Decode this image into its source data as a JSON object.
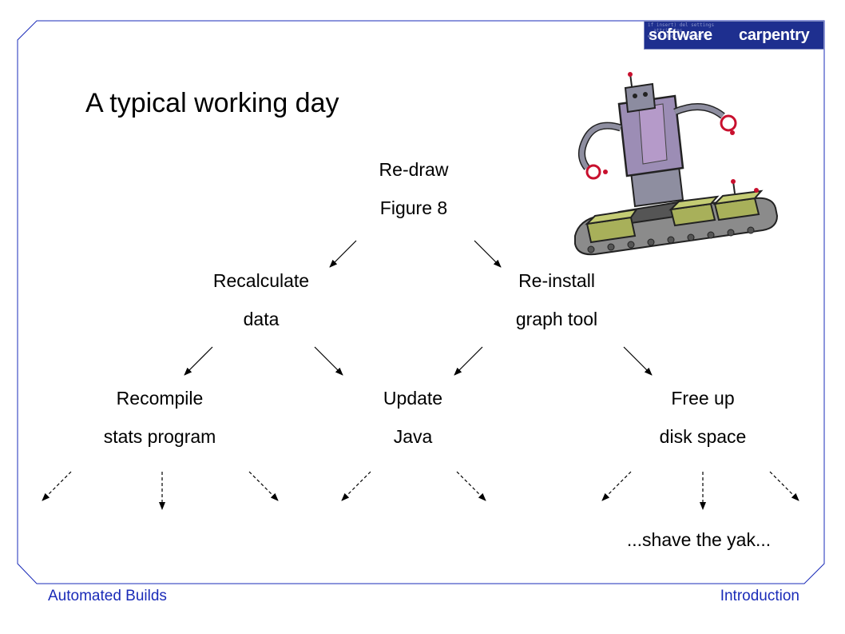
{
  "slide": {
    "title": "A typical working day",
    "footer_left": "Automated Builds",
    "footer_right": "Introduction",
    "accent_color": "#1a2bb8"
  },
  "logo": {
    "word1": "software",
    "word2": "carpentry",
    "background_color": "#1e2f8f"
  },
  "tree": {
    "root": {
      "line1": "Re-draw",
      "line2": "Figure 8"
    },
    "level1": [
      {
        "line1": "Recalculate",
        "line2": "data"
      },
      {
        "line1": "Re-install",
        "line2": "graph tool"
      }
    ],
    "level2": [
      {
        "line1": "Recompile",
        "line2": "stats program"
      },
      {
        "line1": "Update",
        "line2": "Java"
      },
      {
        "line1": "Free up",
        "line2": "disk space"
      }
    ],
    "leaf_note": "...shave the yak..."
  },
  "illustration": {
    "icon": "robot-icon"
  }
}
